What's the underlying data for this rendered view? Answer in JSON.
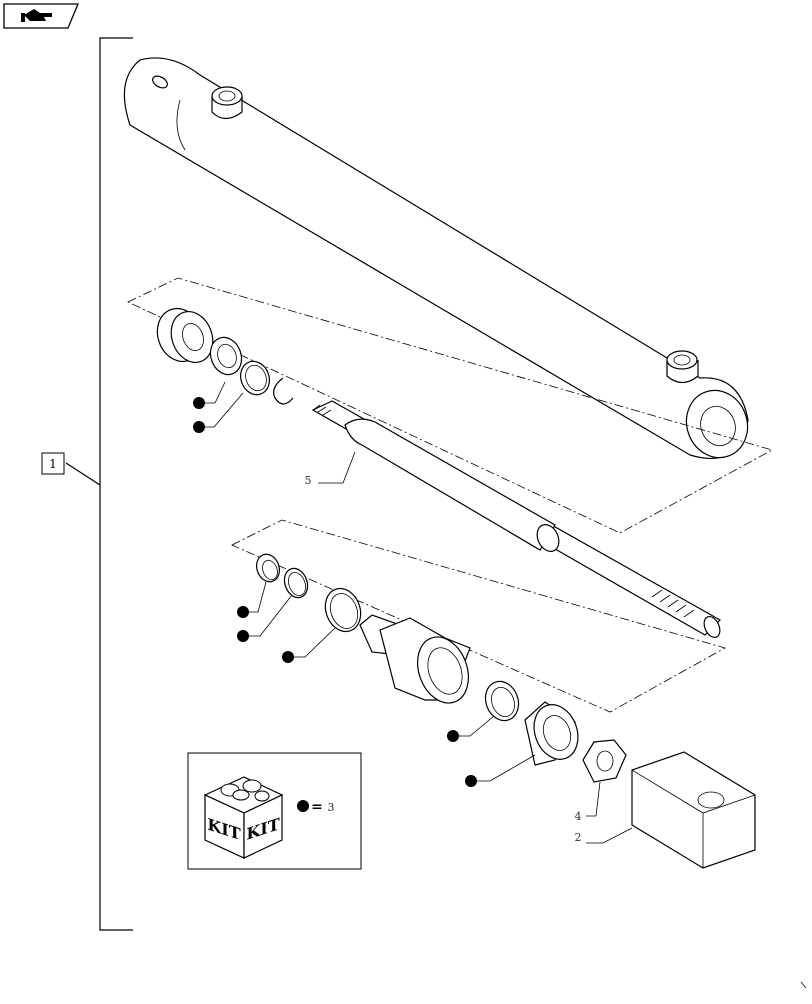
{
  "header": {
    "nav_icon": "hand-pointing-right-icon"
  },
  "assembly": {
    "item_label": "1"
  },
  "callouts": {
    "rod": "5",
    "nut": "4",
    "block": "2"
  },
  "kit_legend": {
    "box_text_left": "KIT",
    "box_text_right": "KIT",
    "equals": "=",
    "ref_number": "3"
  }
}
